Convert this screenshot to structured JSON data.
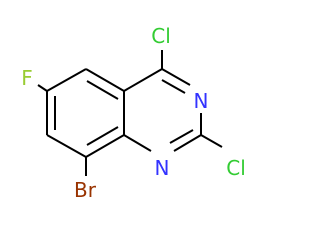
{
  "molecule": {
    "atoms": [
      {
        "id": "cl4",
        "symbol": "Cl",
        "color": "#33cc33"
      },
      {
        "id": "n3",
        "symbol": "N",
        "color": "#3333ff"
      },
      {
        "id": "cl2",
        "symbol": "Cl",
        "color": "#33cc33"
      },
      {
        "id": "n1",
        "symbol": "N",
        "color": "#3333ff"
      },
      {
        "id": "f6",
        "symbol": "F",
        "color": "#99cc33"
      },
      {
        "id": "br8",
        "symbol": "Br",
        "color": "#993300"
      }
    ]
  }
}
